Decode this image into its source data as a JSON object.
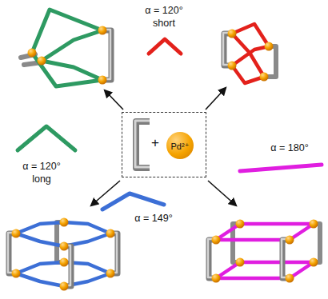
{
  "diagram": {
    "nodes": [
      {
        "text": [
          "+"
        ]
      },
      {
        "text": [
          "Pd²⁺"
        ],
        "in": 0
      }
    ],
    "labels": [
      "α = 120°",
      "short",
      "α = 120°",
      "long",
      "α = 149°",
      "α = 180°"
    ]
  }
}
